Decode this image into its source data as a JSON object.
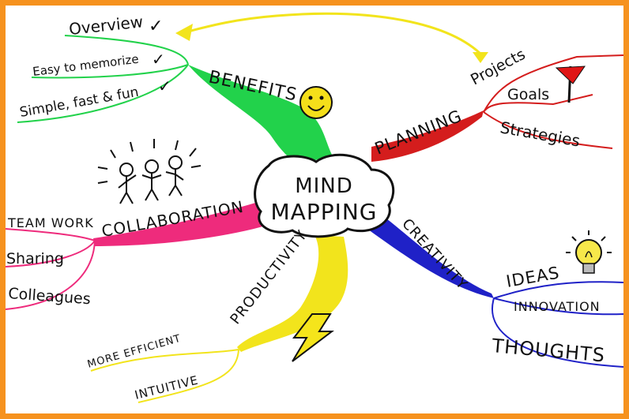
{
  "center": {
    "line1": "MIND",
    "line2": "MAPPING"
  },
  "branches": {
    "benefits": {
      "label": "BENEFITS",
      "color": "#22d24b",
      "leaves": [
        "Overview",
        "Easy to memorize",
        "Simple, fast & fun"
      ]
    },
    "planning": {
      "label": "PLANNING",
      "color": "#d41d1d",
      "leaves": [
        "Projects",
        "Goals",
        "Strategies"
      ]
    },
    "collaboration": {
      "label": "COLLABORATION",
      "color": "#ee2b7c",
      "leaves": [
        "TEAM WORK",
        "Sharing",
        "Colleagues"
      ]
    },
    "creativity": {
      "label": "CREATIVITY",
      "color": "#1f21c7",
      "leaves": [
        "IDEAS",
        "INNOVATION",
        "THOUGHTS"
      ]
    },
    "productivity": {
      "label": "PRODUCTIVITY",
      "color": "#f2e41c",
      "leaves": [
        "MORE EFFICIENT",
        "INTUITIVE"
      ]
    }
  },
  "checkmark": "✓",
  "icons": [
    "smiley-icon",
    "flag-icon",
    "stick-figures-icon",
    "lightbulb-icon",
    "lightning-icon"
  ]
}
